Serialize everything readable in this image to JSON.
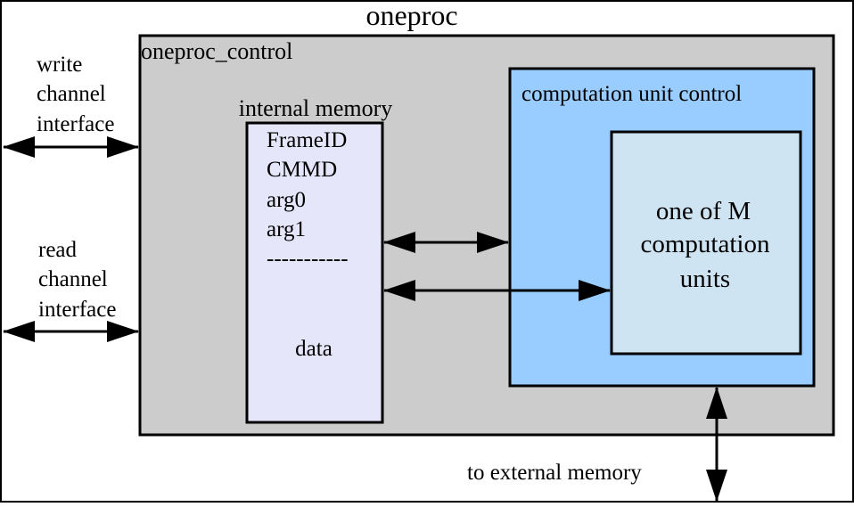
{
  "diagram": {
    "title": "oneproc",
    "control_block": {
      "label": "oneproc_control"
    },
    "interfaces": {
      "write": [
        "write",
        "channel",
        "interface"
      ],
      "read": [
        "read",
        "channel",
        "interface"
      ]
    },
    "internal_memory": {
      "label": "internal memory",
      "fields": [
        "FrameID",
        "CMMD",
        "arg0",
        "arg1",
        "-----------"
      ],
      "data_label": "data"
    },
    "computation_unit_control": {
      "label": "computation unit control",
      "unit_lines": [
        "one of M",
        "computation",
        "units"
      ]
    },
    "external_memory_label": "to external memory",
    "colors": {
      "control_fill": "#cccccc",
      "memory_fill": "#e6e6fa",
      "cu_control_fill": "#99ccff",
      "unit_fill": "#cfe4f2",
      "stroke": "#000000"
    }
  }
}
